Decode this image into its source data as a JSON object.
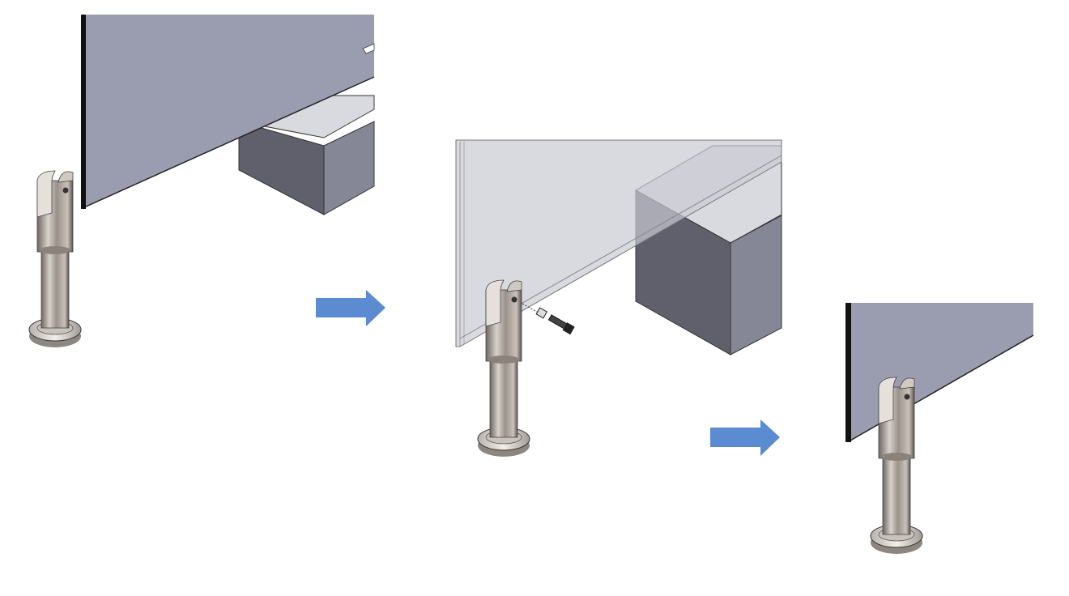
{
  "diagram": {
    "steps": [
      {
        "name": "post-before-panel"
      },
      {
        "name": "panel-fastened-with-screw"
      },
      {
        "name": "panel-mounted-on-post"
      }
    ],
    "colors": {
      "panel": "#9a9cb0",
      "panel_edge": "#111111",
      "glass": "#c9cad3",
      "cube_top": "#d9dae0",
      "cube_front": "#5f606b",
      "cube_side": "#868796",
      "arrow": "#5b8bd0",
      "metal_light": "#d8d2cc",
      "metal_dark": "#6e6660"
    },
    "icons": [
      "arrow-right-icon",
      "arrow-right-icon"
    ]
  }
}
